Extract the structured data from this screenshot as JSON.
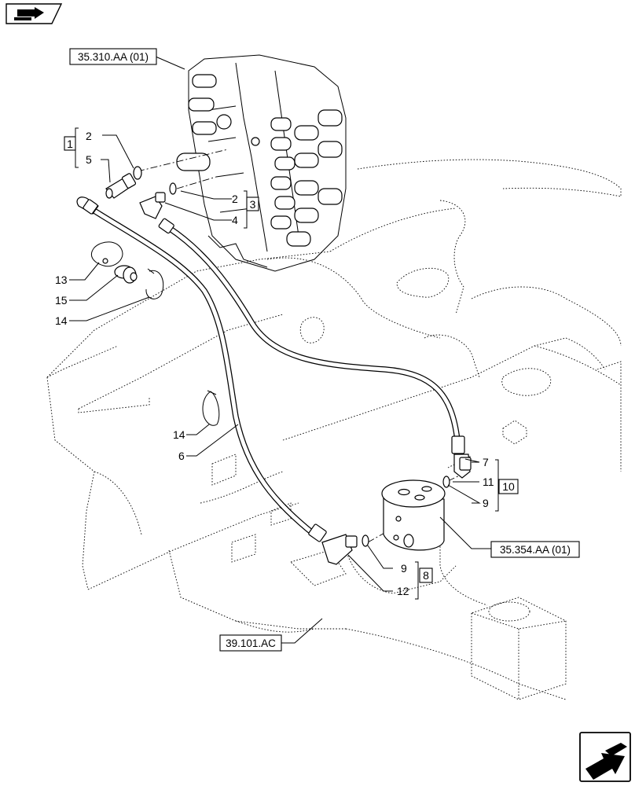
{
  "references": {
    "control_valve": "35.310.AA (01)",
    "swivel_joint": "35.354.AA (01)",
    "frame": "39.101.AC"
  },
  "item_numbers": {
    "n2a": "2",
    "n5": "5",
    "n2b": "2",
    "n4": "4",
    "n13": "13",
    "n15": "15",
    "n14a": "14",
    "n14b": "14",
    "n6": "6",
    "n7": "7",
    "n11": "11",
    "n9a": "9",
    "n9b": "9",
    "n12": "12"
  },
  "kits": {
    "k1": "1",
    "k3": "3",
    "k8": "8",
    "k10": "10"
  },
  "icons": {
    "top_left": "kit-arrow-icon",
    "bottom_right": "next-page-arrow-icon"
  }
}
